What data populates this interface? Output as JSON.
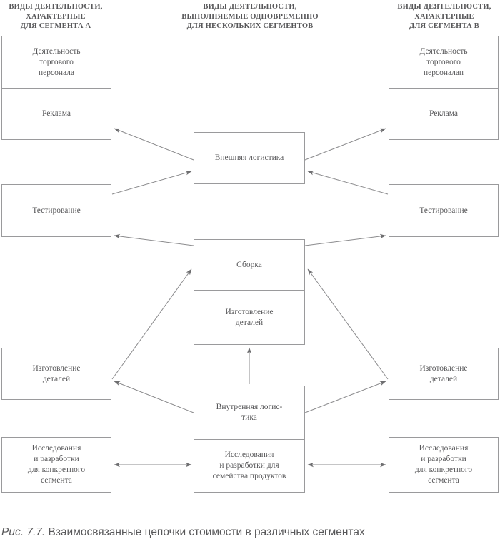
{
  "headers": {
    "left": "ВИДЫ ДЕЯТЕЛЬНОСТИ,\nХАРАКТЕРНЫЕ\nДЛЯ СЕГМЕНТА А",
    "middle": "ВИДЫ ДЕЯТЕЛЬНОСТИ,\nВЫПОЛНЯЕМЫЕ ОДНОВРЕМЕННО\nДЛЯ НЕСКОЛЬКИХ СЕГМЕНТОВ",
    "right": "ВИДЫ ДЕЯТЕЛЬНОСТИ,\nХАРАКТЕРНЫЕ\nДЛЯ СЕГМЕНТА В"
  },
  "boxes": {
    "left": [
      {
        "id": "left-sales",
        "label": "Деятельность\nторгового\nперсонала"
      },
      {
        "id": "left-ads",
        "label": "Реклама"
      },
      {
        "id": "left-testing",
        "label": "Тестирование"
      },
      {
        "id": "left-parts",
        "label": "Изготовление\nдеталей"
      },
      {
        "id": "left-rnd",
        "label": "Исследования\nи разработки\nдля конкретного\nсегмента"
      }
    ],
    "middle": [
      {
        "id": "mid-outbound",
        "label": "Внешняя логистика"
      },
      {
        "id": "mid-assembly",
        "label": "Сборка"
      },
      {
        "id": "mid-parts",
        "label": "Изготовление\nдеталей"
      },
      {
        "id": "mid-inbound",
        "label": "Внутренняя логис-\nтика"
      },
      {
        "id": "mid-rnd",
        "label": "Исследования\nи разработки для\nсемейства продуктов"
      }
    ],
    "right": [
      {
        "id": "right-sales",
        "label": "Деятельность\nторгового\nперсоналап"
      },
      {
        "id": "right-ads",
        "label": "Реклама"
      },
      {
        "id": "right-testing",
        "label": "Тестирование"
      },
      {
        "id": "right-parts",
        "label": "Изготовление\nдеталей"
      },
      {
        "id": "right-rnd",
        "label": "Исследования\nи разработки\nдля конкретного\nсегмента"
      }
    ]
  },
  "caption": {
    "figure_number": "Рис. 7.7.",
    "text": " Взаимосвязанные цепочки стоимости в различных сегментах"
  },
  "colors": {
    "stroke": "#9a9a9c",
    "text": "#58585a",
    "background": "#ffffff"
  }
}
